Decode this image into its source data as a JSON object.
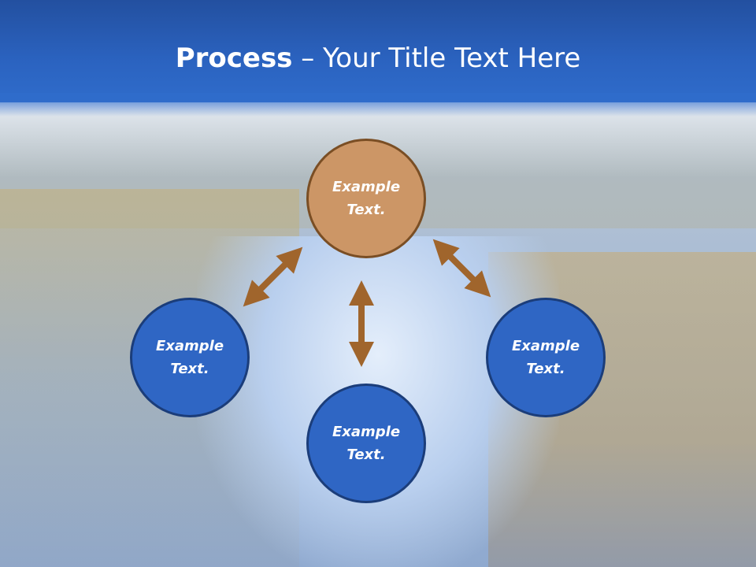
{
  "title": {
    "bold": "Process",
    "rest": " – Your Title Text Here"
  },
  "colors": {
    "header": "#2b63c0",
    "node_blue": "#2f66c4",
    "node_blue_border": "#1b3d7a",
    "node_orange": "#cc9666",
    "node_orange_border": "#7a4e24",
    "arrow": "#a0652c"
  },
  "nodes": {
    "top": {
      "label": "Example\nText."
    },
    "left": {
      "label": "Example\nText."
    },
    "right": {
      "label": "Example\nText."
    },
    "bottom": {
      "label": "Example\nText."
    }
  },
  "arrows": [
    {
      "from": "top",
      "to": "left",
      "type": "double"
    },
    {
      "from": "top",
      "to": "right",
      "type": "double"
    },
    {
      "from": "top",
      "to": "bottom",
      "type": "double"
    }
  ]
}
